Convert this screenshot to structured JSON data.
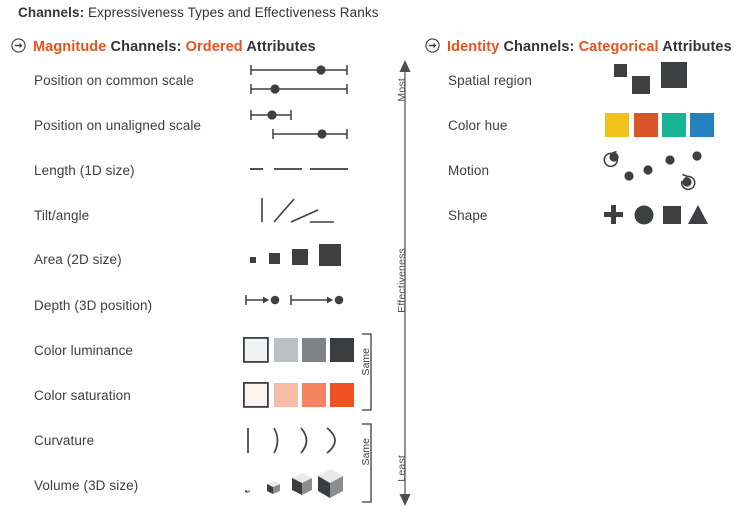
{
  "page": {
    "title_bold": "Channels:",
    "title_rest": " Expressiveness Types and Effectiveness Ranks"
  },
  "sections": {
    "magnitude": {
      "bullet_icon": "arrow-right-circle-icon",
      "word1": "Magnitude",
      "word2": " Channels: ",
      "word3": "Ordered",
      "word4": " Attributes",
      "rows": [
        {
          "label": "Position on common scale",
          "glyph": "position-common-scale"
        },
        {
          "label": "Position on unaligned scale",
          "glyph": "position-unaligned-scale"
        },
        {
          "label": "Length (1D size)",
          "glyph": "length-bars"
        },
        {
          "label": "Tilt/angle",
          "glyph": "tilt-lines"
        },
        {
          "label": "Area (2D size)",
          "glyph": "area-squares"
        },
        {
          "label": "Depth (3D position)",
          "glyph": "depth-arrows"
        },
        {
          "label": "Color luminance",
          "glyph": "luminance-swatches"
        },
        {
          "label": "Color saturation",
          "glyph": "saturation-swatches"
        },
        {
          "label": "Curvature",
          "glyph": "curvature-arcs"
        },
        {
          "label": "Volume (3D size)",
          "glyph": "volume-cubes"
        }
      ]
    },
    "identity": {
      "bullet_icon": "arrow-right-circle-icon",
      "word1": "Identity",
      "word2": " Channels: ",
      "word3": "Categorical",
      "word4": " Attributes",
      "rows": [
        {
          "label": "Spatial region",
          "glyph": "spatial-region-squares"
        },
        {
          "label": "Color hue",
          "glyph": "color-hue-swatches"
        },
        {
          "label": "Motion",
          "glyph": "motion-dots"
        },
        {
          "label": "Shape",
          "glyph": "shape-marks"
        }
      ]
    }
  },
  "axis": {
    "name": "Effectiveness",
    "top": "Most",
    "bottom": "Least"
  },
  "brackets": {
    "luminance_saturation": "Same",
    "curvature_volume": "Same"
  },
  "colors": {
    "orange_accent": "#E8521E",
    "text_dark": "#3a3f42",
    "glyph_dark": "#3d3f41",
    "hue_yellow": "#EFC319",
    "hue_orange": "#D8552A",
    "hue_teal": "#17B394",
    "hue_blue": "#2580BD",
    "sat_1": "#FDF4F1",
    "sat_2": "#F7BCA5",
    "sat_3": "#F4845F",
    "sat_4": "#F05323",
    "lum_1": "#F1F3F2",
    "lum_2": "#BCBFC3",
    "lum_3": "#7F8387",
    "lum_4": "#3B3D3F"
  },
  "luminance_values": [
    "#F1F3F2",
    "#BCBFC3",
    "#7F8387",
    "#3B3D3F"
  ],
  "saturation_values": [
    "#FDF4F1",
    "#F7BCA5",
    "#F4845F",
    "#F05323"
  ],
  "hue_values": [
    "#EFC319",
    "#D8552A",
    "#17B394",
    "#2580BD"
  ]
}
